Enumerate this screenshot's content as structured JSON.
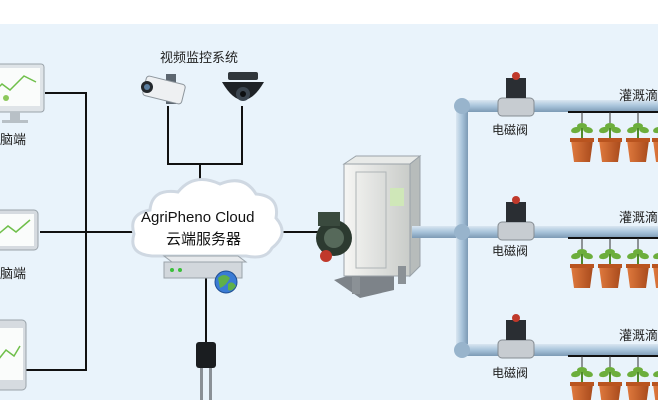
{
  "diagram": {
    "camera_system_label": "视频监控系统",
    "desktop_label": "电脑端",
    "tablet_label": "电脑端",
    "cloud_title": "AgriPheno Cloud",
    "cloud_subtitle": "云端服务器",
    "valve_labels": [
      "电磁阀",
      "电磁阀",
      "电磁阀"
    ],
    "drip_labels": [
      "灌溉滴",
      "灌溉滴",
      "灌溉滴"
    ]
  },
  "colors": {
    "background": "#e9f3fb",
    "line": "#111111",
    "pipe": "#a9c4da",
    "pot": "#c8602a",
    "cloud_stroke": "#cfd8e2"
  }
}
